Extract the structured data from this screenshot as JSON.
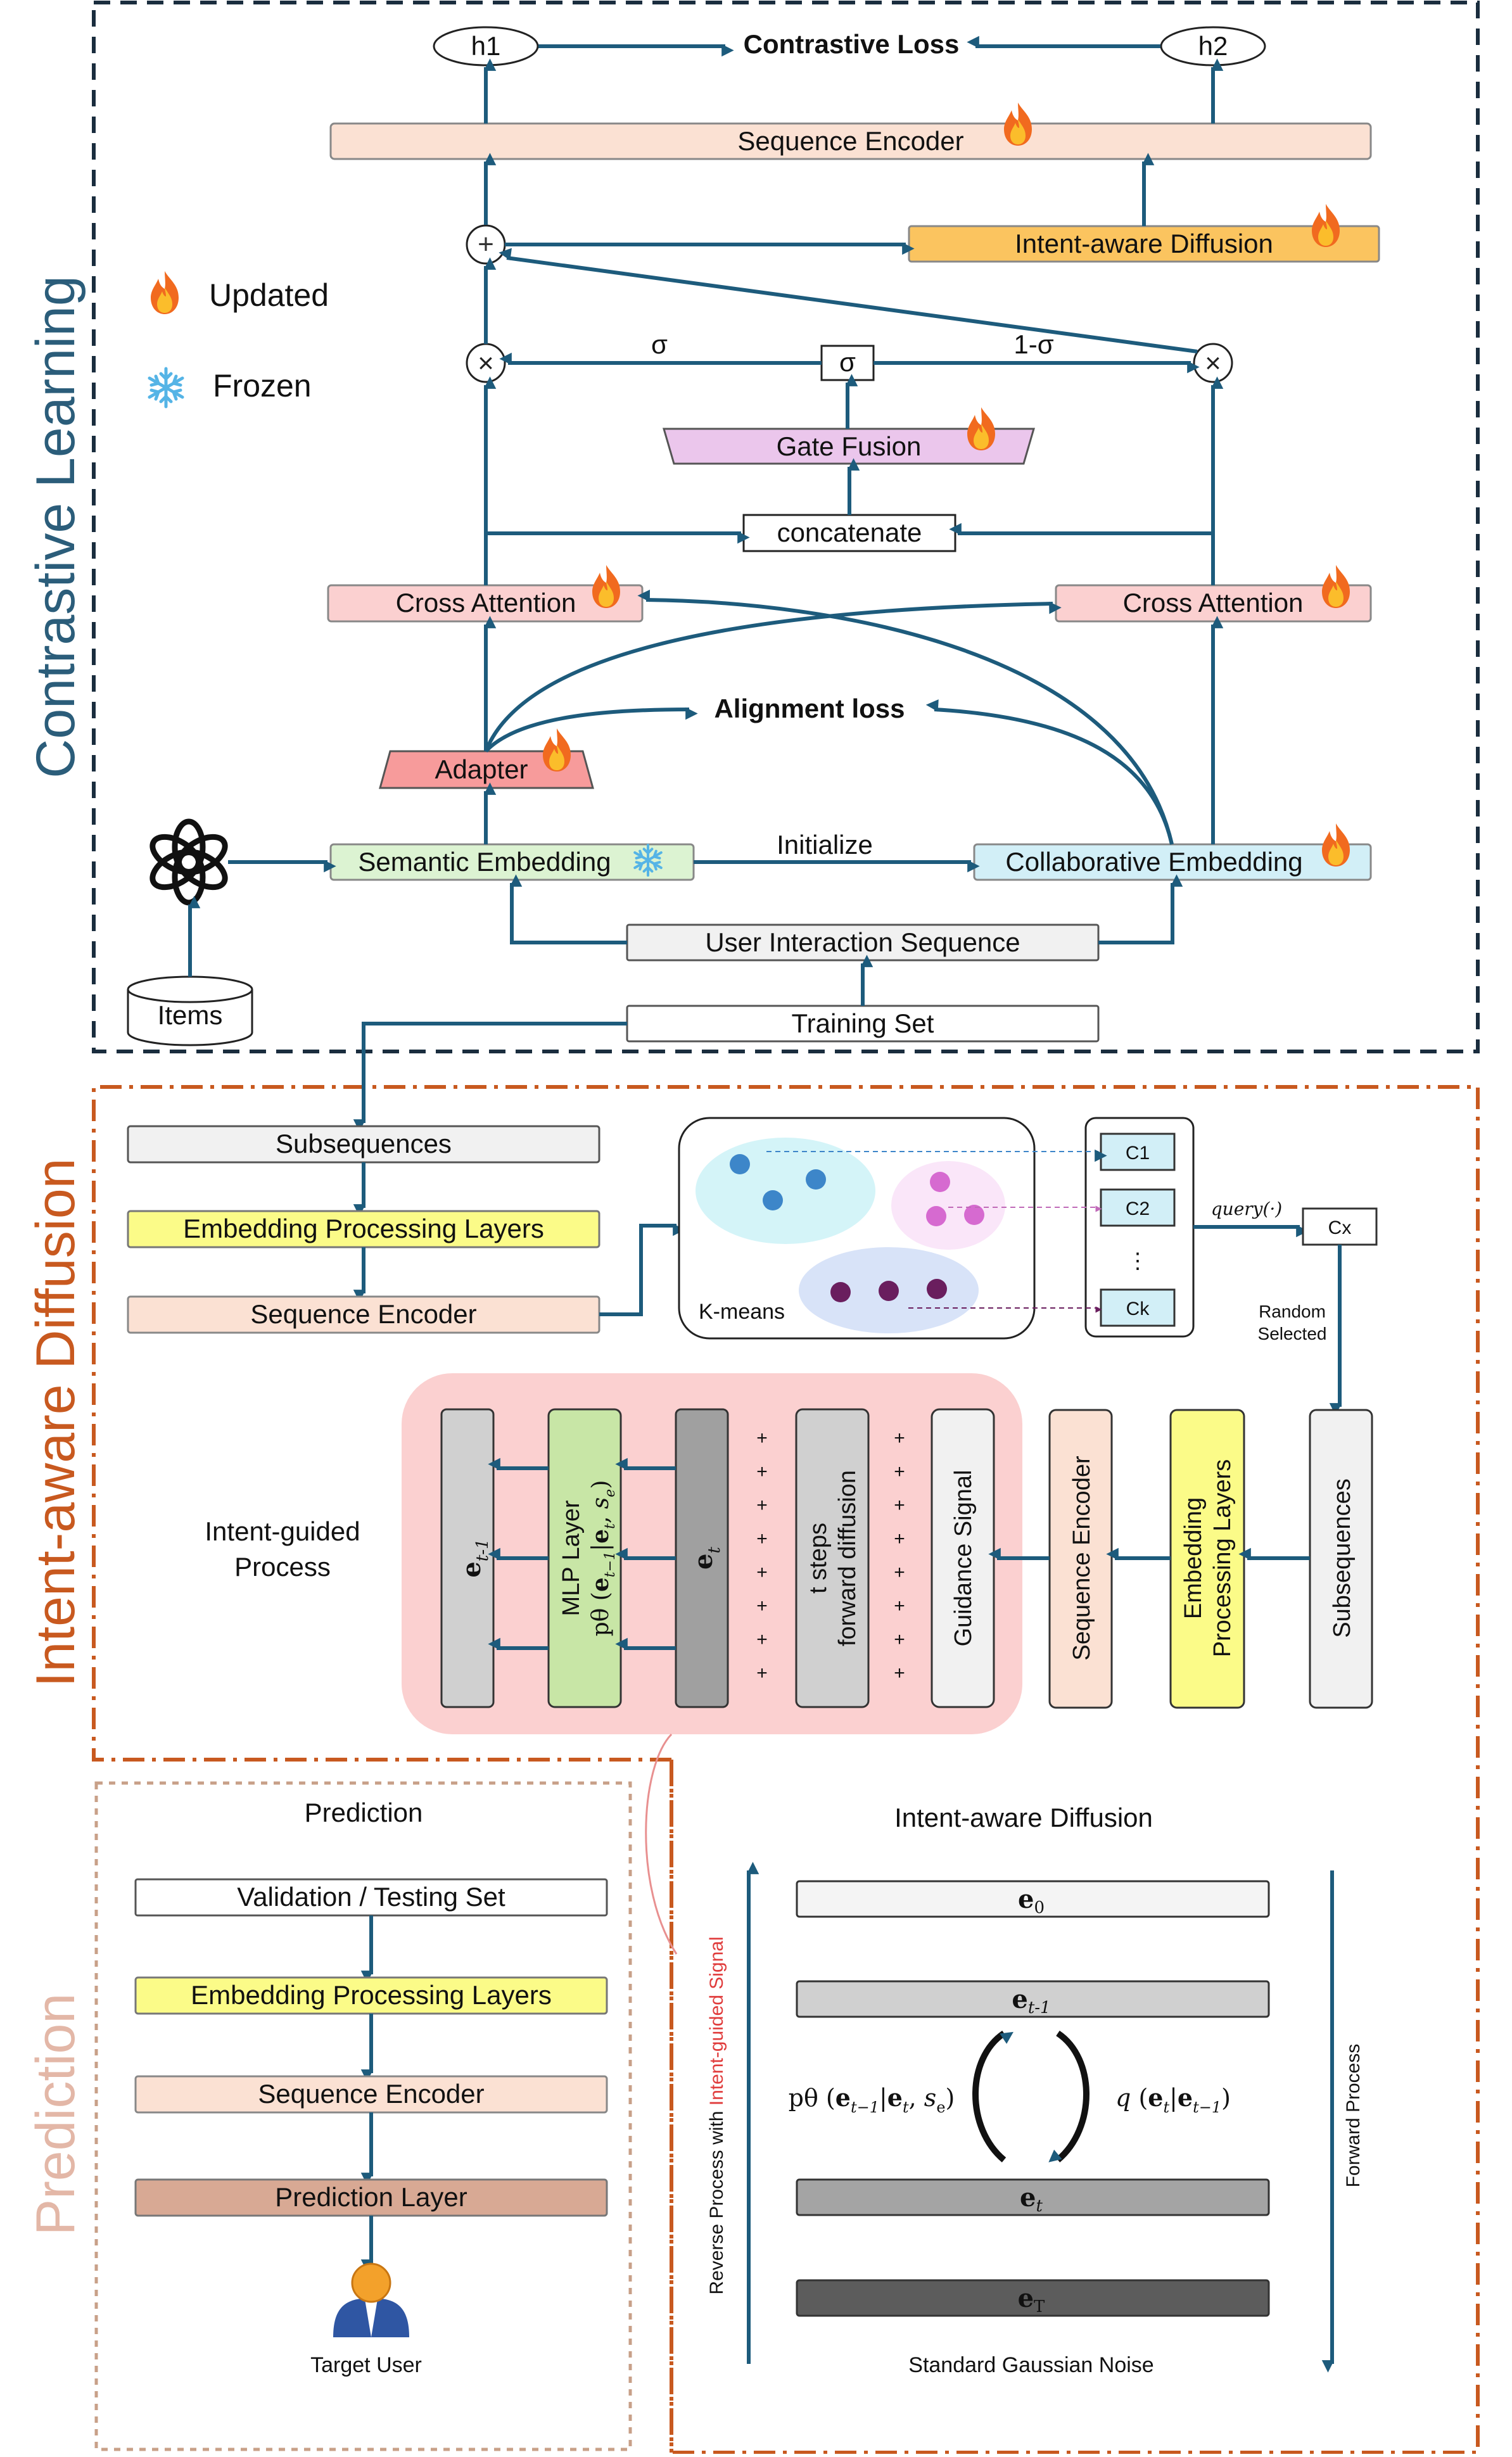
{
  "sections": {
    "contrastive": "Contrastive Learning",
    "diffusion": "Intent-aware Diffusion",
    "prediction": "Prediction"
  },
  "legend": {
    "updated": "Updated",
    "frozen": "Frozen"
  },
  "cl": {
    "h1": "h1",
    "h2": "h2",
    "contrastive_loss": "Contrastive Loss",
    "sequence_encoder": "Sequence Encoder",
    "plus": "+",
    "intent_diffusion": "Intent-aware Diffusion",
    "times": "×",
    "sigma": "σ",
    "one_minus_sigma": "1-σ",
    "gate_fusion": "Gate Fusion",
    "concatenate": "concatenate",
    "cross_attention": "Cross Attention",
    "alignment_loss": "Alignment loss",
    "adapter": "Adapter",
    "semantic_embedding": "Semantic Embedding",
    "initialize": "Initialize",
    "collaborative_embedding": "Collaborative Embedding",
    "user_interaction_sequence": "User Interaction Sequence",
    "items": "Items",
    "training_set": "Training Set"
  },
  "diff": {
    "subsequences": "Subsequences",
    "embedding_layers": "Embedding Processing Layers",
    "sequence_encoder": "Sequence Encoder",
    "kmeans": "K-means",
    "c1": "C1",
    "c2": "C2",
    "dots": "⋮",
    "ck": "Ck",
    "query": "query(·)",
    "cx": "Cx",
    "random": "Random",
    "selected": "Selected",
    "intent_guided": "Intent-guided",
    "process": "Process",
    "e_prev": "e t-1",
    "mlp_line1": "MLP Layer",
    "mlp_line2": "pθ (e t-1 | e t , s e )",
    "e_t": "e t",
    "t_steps_1": "t steps",
    "t_steps_2": "forward diffusion",
    "guidance": "Guidance Signal",
    "seq_enc_v": "Sequence Encoder",
    "emb_v1": "Embedding",
    "emb_v2": "Processing Layers",
    "subseq_v": "Subsequences",
    "plus": "+"
  },
  "pred": {
    "title": "Prediction",
    "validation": "Validation / Testing Set",
    "embedding_layers": "Embedding Processing Layers",
    "sequence_encoder": "Sequence Encoder",
    "prediction_layer": "Prediction Layer",
    "target_user": "Target User"
  },
  "iad": {
    "title": "Intent-aware Diffusion",
    "e0": "e0",
    "e_prev": "et-1",
    "e_t": "et",
    "e_T": "eT",
    "reverse_formula": "pθ (et−1|et, se)",
    "forward_formula": "q (et|et−1)",
    "reverse_label_a": "Reverse Process with ",
    "reverse_label_b": "Intent-guided Signal",
    "forward_label": "Forward Process",
    "noise": "Standard Gaussian Noise"
  },
  "colors": {
    "arrow": "#1d5b7c",
    "cl_border": "#1a2d3e",
    "diff_border": "#c8591f",
    "pred_border": "#c8a088",
    "peach": "#fbe1d3",
    "orange": "#fbc45f",
    "pink": "#fbd0d0",
    "violet": "#ebc6ec",
    "green": "#dcf3d2",
    "cyan": "#d2eff7",
    "yellow": "#fbfb88",
    "brown": "#d8a994",
    "red_text": "#e03b3b"
  }
}
